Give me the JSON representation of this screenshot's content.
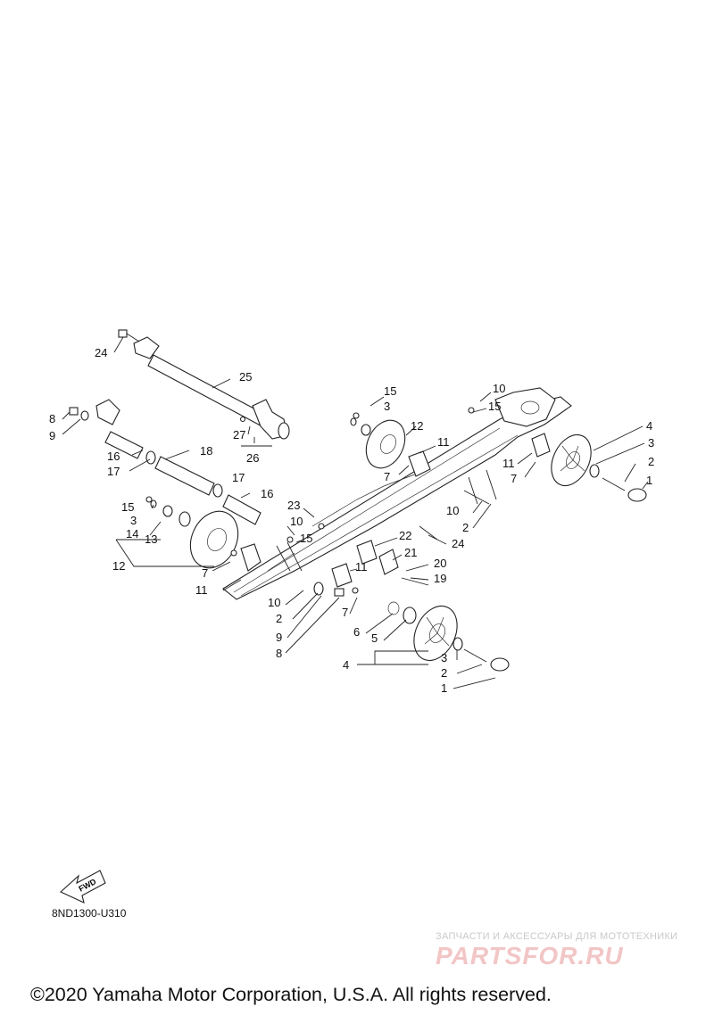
{
  "diagram": {
    "callouts": [
      {
        "id": "c24a",
        "text": "24"
      },
      {
        "id": "c25",
        "text": "25"
      },
      {
        "id": "c8a",
        "text": "8"
      },
      {
        "id": "c9a",
        "text": "9"
      },
      {
        "id": "c27",
        "text": "27"
      },
      {
        "id": "c26",
        "text": "26"
      },
      {
        "id": "c16a",
        "text": "16"
      },
      {
        "id": "c17a",
        "text": "17"
      },
      {
        "id": "c18",
        "text": "18"
      },
      {
        "id": "c17b",
        "text": "17"
      },
      {
        "id": "c16b",
        "text": "16"
      },
      {
        "id": "c15a",
        "text": "15"
      },
      {
        "id": "c3a",
        "text": "3"
      },
      {
        "id": "c14",
        "text": "14"
      },
      {
        "id": "c13",
        "text": "13"
      },
      {
        "id": "c12a",
        "text": "12"
      },
      {
        "id": "c7a",
        "text": "7"
      },
      {
        "id": "c11a",
        "text": "11"
      },
      {
        "id": "c15b",
        "text": "15"
      },
      {
        "id": "c3b",
        "text": "3"
      },
      {
        "id": "c12b",
        "text": "12"
      },
      {
        "id": "c11b",
        "text": "11"
      },
      {
        "id": "c7b",
        "text": "7"
      },
      {
        "id": "c10a",
        "text": "10"
      },
      {
        "id": "c15c",
        "text": "15"
      },
      {
        "id": "c4a",
        "text": "4"
      },
      {
        "id": "c3c",
        "text": "3"
      },
      {
        "id": "c11c",
        "text": "11"
      },
      {
        "id": "c7c",
        "text": "7"
      },
      {
        "id": "c2a",
        "text": "2"
      },
      {
        "id": "c1a",
        "text": "1"
      },
      {
        "id": "c10b",
        "text": "10"
      },
      {
        "id": "c2b",
        "text": "2"
      },
      {
        "id": "c24b",
        "text": "24"
      },
      {
        "id": "c23",
        "text": "23"
      },
      {
        "id": "c10c",
        "text": "10"
      },
      {
        "id": "c15d",
        "text": "15"
      },
      {
        "id": "c22",
        "text": "22"
      },
      {
        "id": "c21",
        "text": "21"
      },
      {
        "id": "c20",
        "text": "20"
      },
      {
        "id": "c19",
        "text": "19"
      },
      {
        "id": "c11d",
        "text": "11"
      },
      {
        "id": "c10d",
        "text": "10"
      },
      {
        "id": "c2c",
        "text": "2"
      },
      {
        "id": "c9b",
        "text": "9"
      },
      {
        "id": "c8b",
        "text": "8"
      },
      {
        "id": "c7d",
        "text": "7"
      },
      {
        "id": "c6",
        "text": "6"
      },
      {
        "id": "c5",
        "text": "5"
      },
      {
        "id": "c4b",
        "text": "4"
      },
      {
        "id": "c3d",
        "text": "3"
      },
      {
        "id": "c2d",
        "text": "2"
      },
      {
        "id": "c1b",
        "text": "1"
      }
    ],
    "fwd_label": "FWD",
    "diagram_code": "8ND1300-U310"
  },
  "watermark": {
    "tagline": "ЗАПЧАСТИ И АКСЕССУАРЫ ДЛЯ МОТОТЕХНИКИ",
    "logo": "PARTSFOR.RU"
  },
  "footer": {
    "copyright": "©2020 Yamaha Motor Corporation, U.S.A. All rights reserved."
  }
}
